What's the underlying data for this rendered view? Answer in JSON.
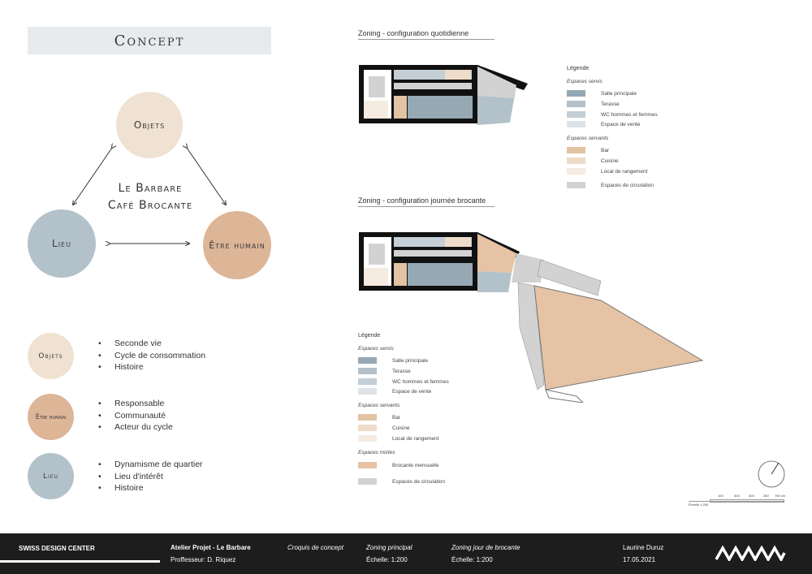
{
  "concept": {
    "title": "Concept",
    "center_line1": "Le Barbare",
    "center_line2": "Café Brocante",
    "nodes": {
      "objets": "Objets",
      "lieu": "Lieu",
      "etre": "Être humain"
    }
  },
  "lists": {
    "objets": {
      "label": "Objets",
      "items": [
        "Seconde vie",
        "Cycle de consommation",
        "Histoire"
      ]
    },
    "etre": {
      "label": "Être humain",
      "items": [
        "Responsable",
        "Communauté",
        "Acteur du cycle"
      ]
    },
    "lieu": {
      "label": "Lieu",
      "items": [
        "Dynamisme de quartier",
        "Lieu d'intérêt",
        "Histoire"
      ]
    }
  },
  "plan1": {
    "title": "Zoning - configuration quotidienne",
    "legend_title": "Légende",
    "servis_title": "Espaces servis",
    "servis": [
      "Salle principale",
      "Terasse",
      "WC hommes et femmes",
      "Espace de vente"
    ],
    "servants_title": "Espaces servants",
    "servants": [
      "Bar",
      "Cuisine",
      "Local de rangement"
    ],
    "circulation": "Espaces de circulation"
  },
  "plan2": {
    "title": "Zoning - configuration journée brocante",
    "legend_title": "Légende",
    "servis_title": "Espaces servis",
    "servis": [
      "Salle principale",
      "Terasse",
      "WC hommes et femmes",
      "Espace de vente"
    ],
    "servants_title": "Espaces servants",
    "servants": [
      "Bar",
      "Cuisine",
      "Local de rangement"
    ],
    "mixtes_title": "Espaces mixtes",
    "mixtes": [
      "Brocante mensuelle"
    ],
    "circulation": "Espaces de circulation"
  },
  "colors": {
    "salle": "#95a8b4",
    "terasse": "#b3c1ca",
    "wc": "#c3ced6",
    "vente": "#dde3e8",
    "bar": "#e2c3a4",
    "cuisine": "#eddcc9",
    "rangement": "#f5ebe1",
    "brocante": "#e5c3a4",
    "circulation": "#d2d2d2",
    "objets_circle": "#efe2d2",
    "etre_circle": "#ddb597",
    "lieu_circle": "#b3c1cb"
  },
  "scale": {
    "ticks": [
      "100",
      "300",
      "400",
      "350",
      "750 cm"
    ],
    "label": "Échelle 1:200"
  },
  "footer": {
    "brand": "SWISS DESIGN CENTER",
    "atelier": "Atelier Projet - Le Barbare",
    "prof": "Proffesseur: D. Riquez",
    "croquis": "Croquis de concept",
    "zoning": "Zoning principal",
    "zoning_scale": "Échelle: 1:200",
    "brocante": "Zoning jour de brocante",
    "brocante_scale": "Échelle: 1:200",
    "author": "Laurine Duruz",
    "date": "17.05.2021"
  }
}
